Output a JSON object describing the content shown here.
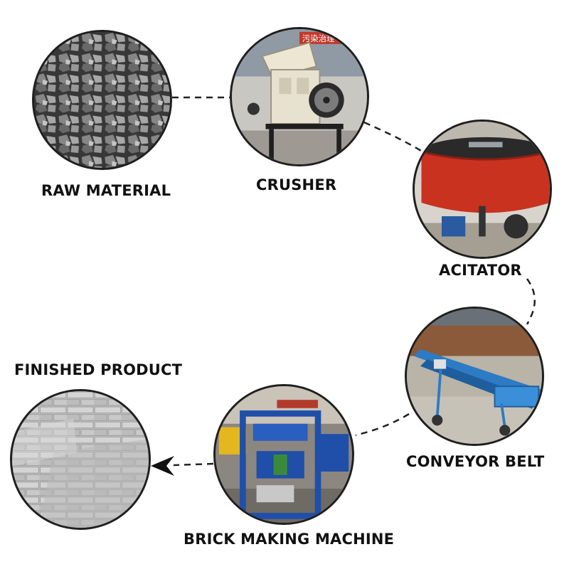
{
  "steps": [
    {
      "id": "raw-material",
      "label": "RAW MATERIAL",
      "icon": "gravel-photo"
    },
    {
      "id": "crusher",
      "label": "CRUSHER",
      "icon": "crusher-photo",
      "sign_text": "污染治理"
    },
    {
      "id": "agitator",
      "label": "ACITATOR",
      "icon": "mixer-photo"
    },
    {
      "id": "conveyor-belt",
      "label": "CONVEYOR BELT",
      "icon": "conveyor-photo"
    },
    {
      "id": "brick-making-machine",
      "label": "BRICK MAKING MACHINE",
      "icon": "brick-machine-photo"
    },
    {
      "id": "finished-product",
      "label": "FINISHED PRODUCT",
      "icon": "bricks-photo"
    }
  ],
  "colors": {
    "connector": "#222222",
    "gravel": "#6d6d6d",
    "crusher_body": "#e7e1cf",
    "mixer_red": "#c8321f",
    "conveyor_blue": "#2d7bc4",
    "machine_blue": "#1f4fa8",
    "brick_gray": "#bdbdbd"
  }
}
